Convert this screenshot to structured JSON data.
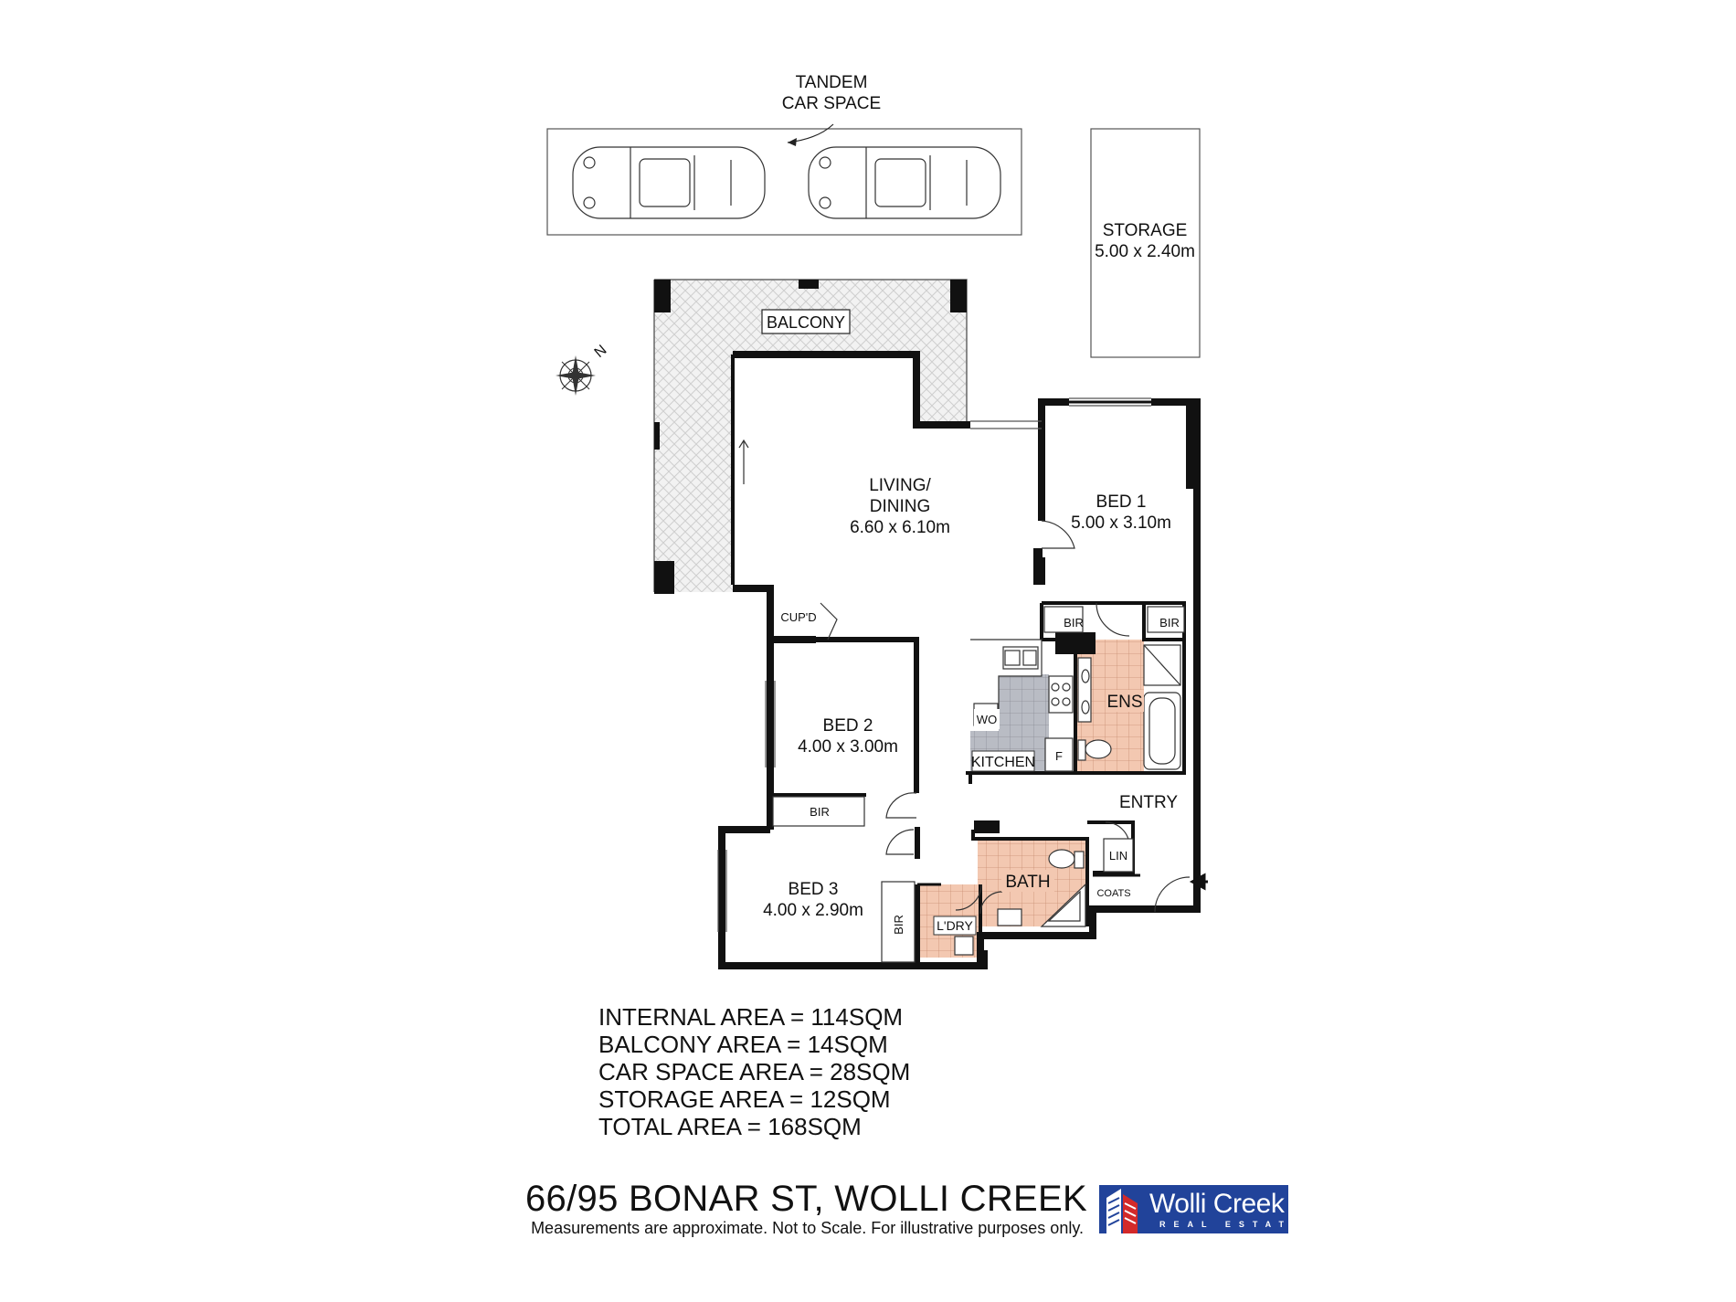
{
  "plan": {
    "car_space_label_line1": "TANDEM",
    "car_space_label_line2": "CAR SPACE",
    "storage_label": "STORAGE",
    "storage_size": "5.00 x 2.40m",
    "balcony_label": "BALCONY",
    "compass_label": "N",
    "living_line1": "LIVING/",
    "living_line2": "DINING",
    "living_size": "6.60 x 6.10m",
    "bed1_label": "BED 1",
    "bed1_size": "5.00 x 3.10m",
    "bed2_label": "BED 2",
    "bed2_size": "4.00 x 3.00m",
    "bed3_label": "BED 3",
    "bed3_size": "4.00 x 2.90m",
    "cupd_label": "CUP'D",
    "bir_label": "BIR",
    "ens_label": "ENS",
    "kitchen_label": "KITCHEN",
    "wo_label": "WO",
    "fridge_label": "F",
    "entry_label": "ENTRY",
    "lin_label": "LIN",
    "coats_label": "COATS",
    "bath_label": "BATH",
    "laundry_label": "L'DRY"
  },
  "areas": [
    "INTERNAL AREA = 114SQM",
    "BALCONY AREA = 14SQM",
    "CAR SPACE AREA = 28SQM",
    "STORAGE AREA = 12SQM",
    "TOTAL AREA = 168SQM"
  ],
  "address": "66/95 BONAR ST, WOLLI CREEK",
  "disclaimer": "Measurements are approximate. Not to Scale. For illustrative purposes only.",
  "logo": {
    "name": "Wolli Creek",
    "tagline": "REAL ESTATE",
    "color": "#21439a"
  },
  "colors": {
    "wall": "#111111",
    "tile_wet": "#f3c8b1",
    "tile_kitchen": "#b9bcc4",
    "balcony_hatch": "#d7d7d7"
  }
}
